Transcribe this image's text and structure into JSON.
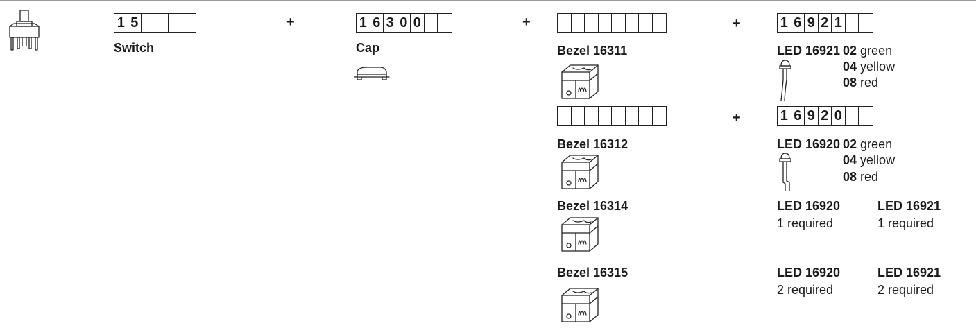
{
  "switch": {
    "code_digits": [
      "1",
      "5",
      "",
      "",
      "",
      ""
    ],
    "label": "Switch"
  },
  "plus_sign": "+",
  "cap": {
    "code_digits": [
      "1",
      "6",
      "3",
      "0",
      "0",
      "",
      ""
    ],
    "label": "Cap"
  },
  "bezel_code_a": {
    "code_digits": [
      "",
      "",
      "",
      "",
      "",
      "",
      "",
      ""
    ]
  },
  "bezel_code_b": {
    "code_digits": [
      "",
      "",
      "",
      "",
      "",
      "",
      "",
      ""
    ]
  },
  "bezels": [
    {
      "label": "Bezel 16311"
    },
    {
      "label": "Bezel 16312"
    },
    {
      "label": "Bezel 16314"
    },
    {
      "label": "Bezel 16315"
    }
  ],
  "led_16921": {
    "code_digits": [
      "1",
      "6",
      "9",
      "2",
      "1",
      "",
      ""
    ],
    "label": "LED 16921",
    "colors": [
      {
        "code": "02",
        "name": "green"
      },
      {
        "code": "04",
        "name": "yellow"
      },
      {
        "code": "08",
        "name": "red"
      }
    ]
  },
  "led_16920": {
    "code_digits": [
      "1",
      "6",
      "9",
      "2",
      "0",
      "",
      ""
    ],
    "label": "LED 16920",
    "colors": [
      {
        "code": "02",
        "name": "green"
      },
      {
        "code": "04",
        "name": "yellow"
      },
      {
        "code": "08",
        "name": "red"
      }
    ]
  },
  "requirements": [
    {
      "led_a": "LED 16920",
      "req_a": "1 required",
      "led_b": "LED 16921",
      "req_b": "1 required"
    },
    {
      "led_a": "LED 16920",
      "req_a": "2 required",
      "led_b": "LED 16921",
      "req_b": "2 required"
    }
  ]
}
